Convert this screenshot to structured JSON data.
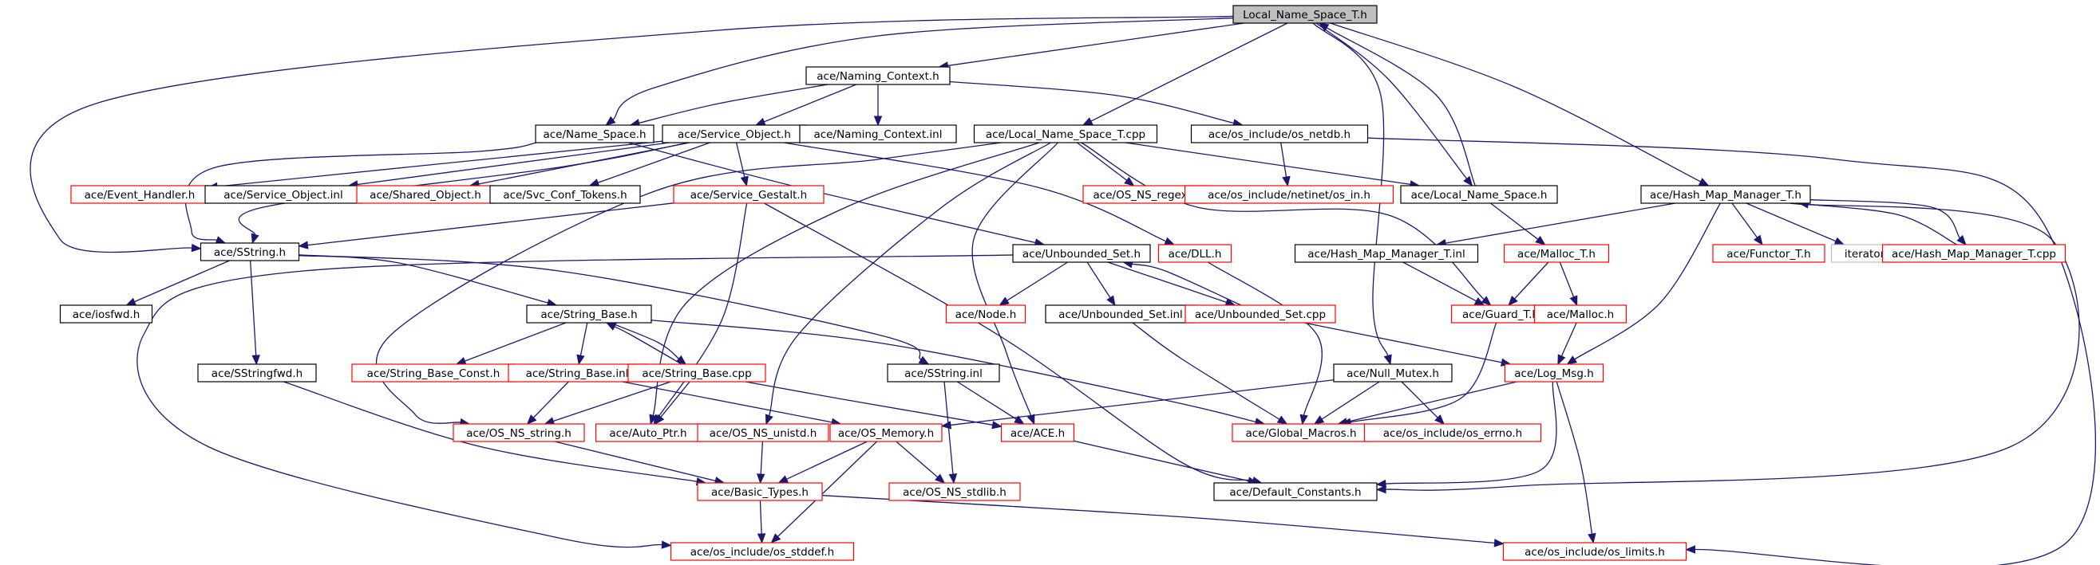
{
  "colors": {
    "edge": "#191970",
    "root_fill": "#bfbfbf",
    "normal_border": "#000000",
    "missing_border": "#ff0000",
    "external_border": "#bfbfbf"
  },
  "nodes": [
    {
      "id": "root",
      "label": "Local_Name_Space_T.h",
      "style": "root"
    },
    {
      "id": "naming_context_h",
      "label": "ace/Naming_Context.h",
      "style": "normal"
    },
    {
      "id": "name_space_h",
      "label": "ace/Name_Space.h",
      "style": "normal"
    },
    {
      "id": "service_object_h",
      "label": "ace/Service_Object.h",
      "style": "normal"
    },
    {
      "id": "naming_context_inl",
      "label": "ace/Naming_Context.inl",
      "style": "normal"
    },
    {
      "id": "local_name_space_t_cpp",
      "label": "ace/Local_Name_Space_T.cpp",
      "style": "normal"
    },
    {
      "id": "os_netdb_h",
      "label": "ace/os_include/os_netdb.h",
      "style": "normal"
    },
    {
      "id": "event_handler_h",
      "label": "ace/Event_Handler.h",
      "style": "missing"
    },
    {
      "id": "service_object_inl",
      "label": "ace/Service_Object.inl",
      "style": "normal"
    },
    {
      "id": "shared_object_h",
      "label": "ace/Shared_Object.h",
      "style": "missing"
    },
    {
      "id": "svc_conf_tokens_h",
      "label": "ace/Svc_Conf_Tokens.h",
      "style": "normal"
    },
    {
      "id": "service_gestalt_h",
      "label": "ace/Service_Gestalt.h",
      "style": "missing"
    },
    {
      "id": "os_ns_regex_h",
      "label": "ace/OS_NS_regex.h",
      "style": "missing"
    },
    {
      "id": "os_in_h",
      "label": "ace/os_include/netinet/os_in.h",
      "style": "missing"
    },
    {
      "id": "local_name_space_h",
      "label": "ace/Local_Name_Space.h",
      "style": "normal"
    },
    {
      "id": "hash_map_manager_t_h",
      "label": "ace/Hash_Map_Manager_T.h",
      "style": "normal"
    },
    {
      "id": "sstring_h",
      "label": "ace/SString.h",
      "style": "normal"
    },
    {
      "id": "unbounded_set_h",
      "label": "ace/Unbounded_Set.h",
      "style": "normal"
    },
    {
      "id": "dll_h",
      "label": "ace/DLL.h",
      "style": "missing"
    },
    {
      "id": "hash_map_manager_t_inl",
      "label": "ace/Hash_Map_Manager_T.inl",
      "style": "normal"
    },
    {
      "id": "malloc_t_h",
      "label": "ace/Malloc_T.h",
      "style": "missing"
    },
    {
      "id": "functor_t_h",
      "label": "ace/Functor_T.h",
      "style": "missing"
    },
    {
      "id": "iterator",
      "label": "iterator",
      "style": "external"
    },
    {
      "id": "hash_map_manager_t_cpp",
      "label": "ace/Hash_Map_Manager_T.cpp",
      "style": "missing"
    },
    {
      "id": "iosfwd_h",
      "label": "ace/iosfwd.h",
      "style": "normal"
    },
    {
      "id": "string_base_h",
      "label": "ace/String_Base.h",
      "style": "normal"
    },
    {
      "id": "node_h",
      "label": "ace/Node.h",
      "style": "missing"
    },
    {
      "id": "unbounded_set_inl",
      "label": "ace/Unbounded_Set.inl",
      "style": "normal"
    },
    {
      "id": "unbounded_set_cpp",
      "label": "ace/Unbounded_Set.cpp",
      "style": "missing"
    },
    {
      "id": "guard_t_h",
      "label": "ace/Guard_T.h",
      "style": "missing"
    },
    {
      "id": "malloc_h",
      "label": "ace/Malloc.h",
      "style": "missing"
    },
    {
      "id": "sstringfwd_h",
      "label": "ace/SStringfwd.h",
      "style": "normal"
    },
    {
      "id": "string_base_const_h",
      "label": "ace/String_Base_Const.h",
      "style": "missing"
    },
    {
      "id": "string_base_inl",
      "label": "ace/String_Base.inl",
      "style": "missing"
    },
    {
      "id": "string_base_cpp",
      "label": "ace/String_Base.cpp",
      "style": "missing"
    },
    {
      "id": "sstring_inl",
      "label": "ace/SString.inl",
      "style": "normal"
    },
    {
      "id": "null_mutex_h",
      "label": "ace/Null_Mutex.h",
      "style": "normal"
    },
    {
      "id": "log_msg_h",
      "label": "ace/Log_Msg.h",
      "style": "missing"
    },
    {
      "id": "os_ns_string_h",
      "label": "ace/OS_NS_string.h",
      "style": "missing"
    },
    {
      "id": "auto_ptr_h",
      "label": "ace/Auto_Ptr.h",
      "style": "missing"
    },
    {
      "id": "os_ns_unistd_h",
      "label": "ace/OS_NS_unistd.h",
      "style": "missing"
    },
    {
      "id": "os_memory_h",
      "label": "ace/OS_Memory.h",
      "style": "missing"
    },
    {
      "id": "ace_h",
      "label": "ace/ACE.h",
      "style": "missing"
    },
    {
      "id": "global_macros_h",
      "label": "ace/Global_Macros.h",
      "style": "missing"
    },
    {
      "id": "os_errno_h",
      "label": "ace/os_include/os_errno.h",
      "style": "missing"
    },
    {
      "id": "basic_types_h",
      "label": "ace/Basic_Types.h",
      "style": "missing"
    },
    {
      "id": "os_ns_stdlib_h",
      "label": "ace/OS_NS_stdlib.h",
      "style": "missing"
    },
    {
      "id": "default_constants_h",
      "label": "ace/Default_Constants.h",
      "style": "normal"
    },
    {
      "id": "os_stddef_h",
      "label": "ace/os_include/os_stddef.h",
      "style": "missing"
    },
    {
      "id": "os_limits_h",
      "label": "ace/os_include/os_limits.h",
      "style": "missing"
    }
  ],
  "edges": [
    [
      "root",
      "naming_context_h"
    ],
    [
      "root",
      "name_space_h"
    ],
    [
      "root",
      "local_name_space_t_cpp"
    ],
    [
      "root",
      "local_name_space_h"
    ],
    [
      "root",
      "hash_map_manager_t_h"
    ],
    [
      "root",
      "sstring_h"
    ],
    [
      "root",
      "null_mutex_h"
    ],
    [
      "naming_context_h",
      "name_space_h"
    ],
    [
      "naming_context_h",
      "service_object_h"
    ],
    [
      "naming_context_h",
      "naming_context_inl"
    ],
    [
      "naming_context_h",
      "os_netdb_h"
    ],
    [
      "name_space_h",
      "sstring_h"
    ],
    [
      "name_space_h",
      "unbounded_set_h"
    ],
    [
      "service_object_h",
      "event_handler_h"
    ],
    [
      "service_object_h",
      "service_object_inl"
    ],
    [
      "service_object_h",
      "shared_object_h"
    ],
    [
      "service_object_h",
      "svc_conf_tokens_h"
    ],
    [
      "service_object_h",
      "service_gestalt_h"
    ],
    [
      "service_object_h",
      "dll_h"
    ],
    [
      "service_object_h",
      "sstring_h"
    ],
    [
      "local_name_space_t_cpp",
      "os_ns_regex_h"
    ],
    [
      "local_name_space_t_cpp",
      "local_name_space_h"
    ],
    [
      "local_name_space_t_cpp",
      "guard_t_h"
    ],
    [
      "local_name_space_t_cpp",
      "os_ns_string_h"
    ],
    [
      "local_name_space_t_cpp",
      "auto_ptr_h"
    ],
    [
      "local_name_space_t_cpp",
      "os_ns_unistd_h"
    ],
    [
      "local_name_space_t_cpp",
      "ace_h"
    ],
    [
      "local_name_space_h",
      "root"
    ],
    [
      "local_name_space_h",
      "malloc_t_h"
    ],
    [
      "os_netdb_h",
      "os_in_h"
    ],
    [
      "os_netdb_h",
      "os_limits_h"
    ],
    [
      "service_gestalt_h",
      "sstring_h"
    ],
    [
      "service_gestalt_h",
      "auto_ptr_h"
    ],
    [
      "service_gestalt_h",
      "default_constants_h"
    ],
    [
      "dll_h",
      "global_macros_h"
    ],
    [
      "hash_map_manager_t_h",
      "hash_map_manager_t_inl"
    ],
    [
      "hash_map_manager_t_h",
      "functor_t_h"
    ],
    [
      "hash_map_manager_t_h",
      "iterator"
    ],
    [
      "hash_map_manager_t_h",
      "hash_map_manager_t_cpp"
    ],
    [
      "hash_map_manager_t_h",
      "log_msg_h"
    ],
    [
      "hash_map_manager_t_h",
      "default_constants_h"
    ],
    [
      "hash_map_manager_t_cpp",
      "hash_map_manager_t_h"
    ],
    [
      "hash_map_manager_t_inl",
      "guard_t_h"
    ],
    [
      "malloc_t_h",
      "guard_t_h"
    ],
    [
      "malloc_t_h",
      "malloc_h"
    ],
    [
      "malloc_h",
      "log_msg_h"
    ],
    [
      "sstring_h",
      "iosfwd_h"
    ],
    [
      "sstring_h",
      "sstringfwd_h"
    ],
    [
      "sstring_h",
      "string_base_h"
    ],
    [
      "sstring_h",
      "sstring_inl"
    ],
    [
      "unbounded_set_h",
      "node_h"
    ],
    [
      "unbounded_set_h",
      "unbounded_set_inl"
    ],
    [
      "unbounded_set_h",
      "unbounded_set_cpp"
    ],
    [
      "unbounded_set_h",
      "os_stddef_h"
    ],
    [
      "unbounded_set_cpp",
      "unbounded_set_h"
    ],
    [
      "unbounded_set_cpp",
      "log_msg_h"
    ],
    [
      "unbounded_set_inl",
      "global_macros_h"
    ],
    [
      "guard_t_h",
      "global_macros_h"
    ],
    [
      "string_base_h",
      "string_base_const_h"
    ],
    [
      "string_base_h",
      "string_base_inl"
    ],
    [
      "string_base_h",
      "string_base_cpp"
    ],
    [
      "string_base_h",
      "global_macros_h"
    ],
    [
      "string_base_cpp",
      "string_base_h"
    ],
    [
      "string_base_cpp",
      "os_ns_string_h"
    ],
    [
      "string_base_cpp",
      "auto_ptr_h"
    ],
    [
      "string_base_cpp",
      "ace_h"
    ],
    [
      "string_base_inl",
      "os_ns_string_h"
    ],
    [
      "string_base_inl",
      "os_memory_h"
    ],
    [
      "sstringfwd_h",
      "basic_types_h"
    ],
    [
      "sstring_inl",
      "ace_h"
    ],
    [
      "sstring_inl",
      "os_ns_stdlib_h"
    ],
    [
      "null_mutex_h",
      "global_macros_h"
    ],
    [
      "null_mutex_h",
      "os_errno_h"
    ],
    [
      "null_mutex_h",
      "os_memory_h"
    ],
    [
      "log_msg_h",
      "global_macros_h"
    ],
    [
      "log_msg_h",
      "default_constants_h"
    ],
    [
      "log_msg_h",
      "os_limits_h"
    ],
    [
      "os_ns_string_h",
      "basic_types_h"
    ],
    [
      "os_ns_unistd_h",
      "basic_types_h"
    ],
    [
      "os_memory_h",
      "basic_types_h"
    ],
    [
      "os_memory_h",
      "os_ns_stdlib_h"
    ],
    [
      "os_memory_h",
      "os_stddef_h"
    ],
    [
      "ace_h",
      "default_constants_h"
    ],
    [
      "basic_types_h",
      "os_stddef_h"
    ],
    [
      "basic_types_h",
      "os_limits_h"
    ]
  ]
}
